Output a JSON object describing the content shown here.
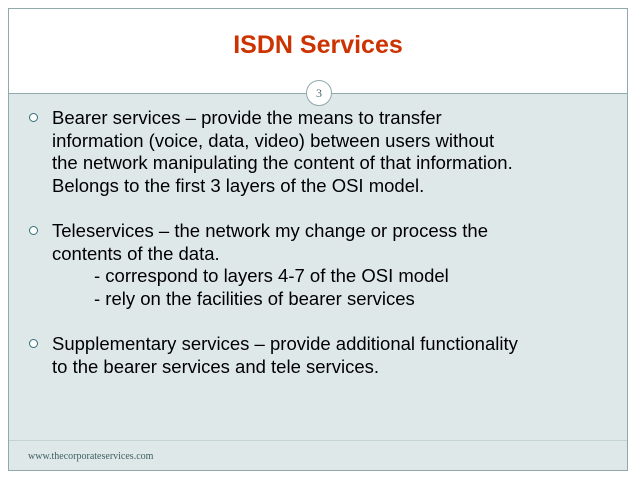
{
  "slide": {
    "title": "ISDN Services",
    "number": "3",
    "footer": "www.thecorporateservices.com"
  },
  "bullets": [
    {
      "lines": [
        "Bearer services – provide the means to transfer",
        "information (voice, data, video) between users without",
        "the network manipulating the content of that information.",
        "Belongs to the first 3 layers of the OSI model."
      ]
    },
    {
      "lines": [
        "Teleservices – the network my change or process the",
        "contents of the data."
      ],
      "sub_lines": [
        "- correspond to layers 4-7 of the OSI model",
        "- rely on the facilities of bearer services"
      ]
    },
    {
      "lines": [
        "Supplementary services – provide additional functionality",
        "to the bearer services and tele services."
      ]
    }
  ],
  "colors": {
    "title": "#cc3300",
    "frame": "#8fa9ad",
    "body_background": "#dfe8e9",
    "bullet": "#2f6f78"
  },
  "icons": {
    "bullet": "hollow-circle-bullet-icon"
  }
}
